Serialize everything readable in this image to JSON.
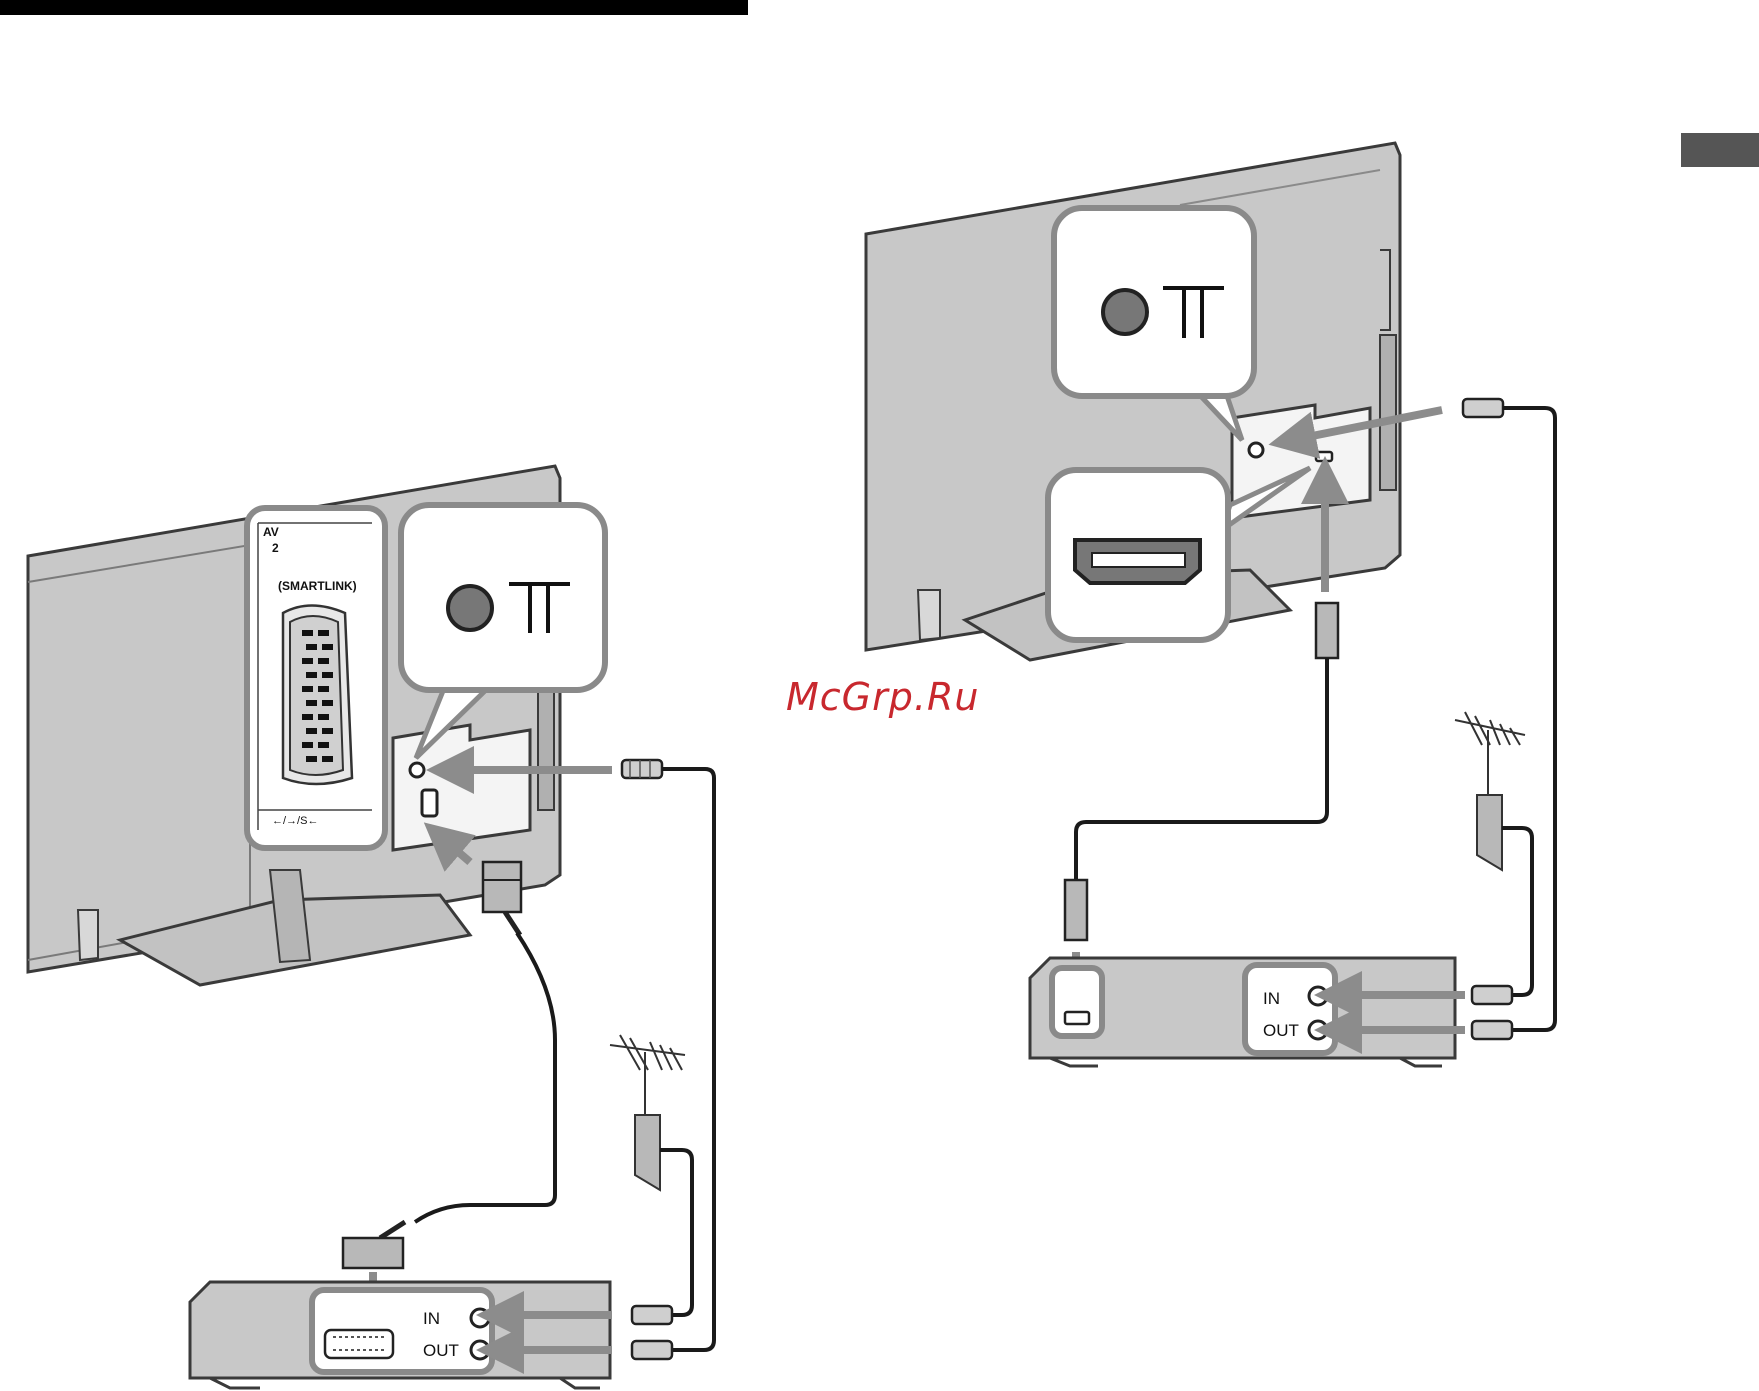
{
  "page": {
    "watermark": "McGrp.Ru"
  },
  "left_diagram": {
    "scart_panel": {
      "av_label": "AV",
      "av_number": "2",
      "smartlink_label": "(SMARTLINK)",
      "footer_label": "←/→/S←"
    },
    "recorder": {
      "in_label": "IN",
      "out_label": "OUT"
    }
  },
  "right_diagram": {
    "recorder": {
      "in_label": "IN",
      "out_label": "OUT"
    }
  },
  "colors": {
    "tv_body": "#c8c8c8",
    "tv_outline": "#3a3a3a",
    "callout_border": "#8a8a8a",
    "arrow": "#8c8c8c",
    "cable": "#1a1a1a",
    "watermark": "#c8282e",
    "tab": "#555555"
  }
}
